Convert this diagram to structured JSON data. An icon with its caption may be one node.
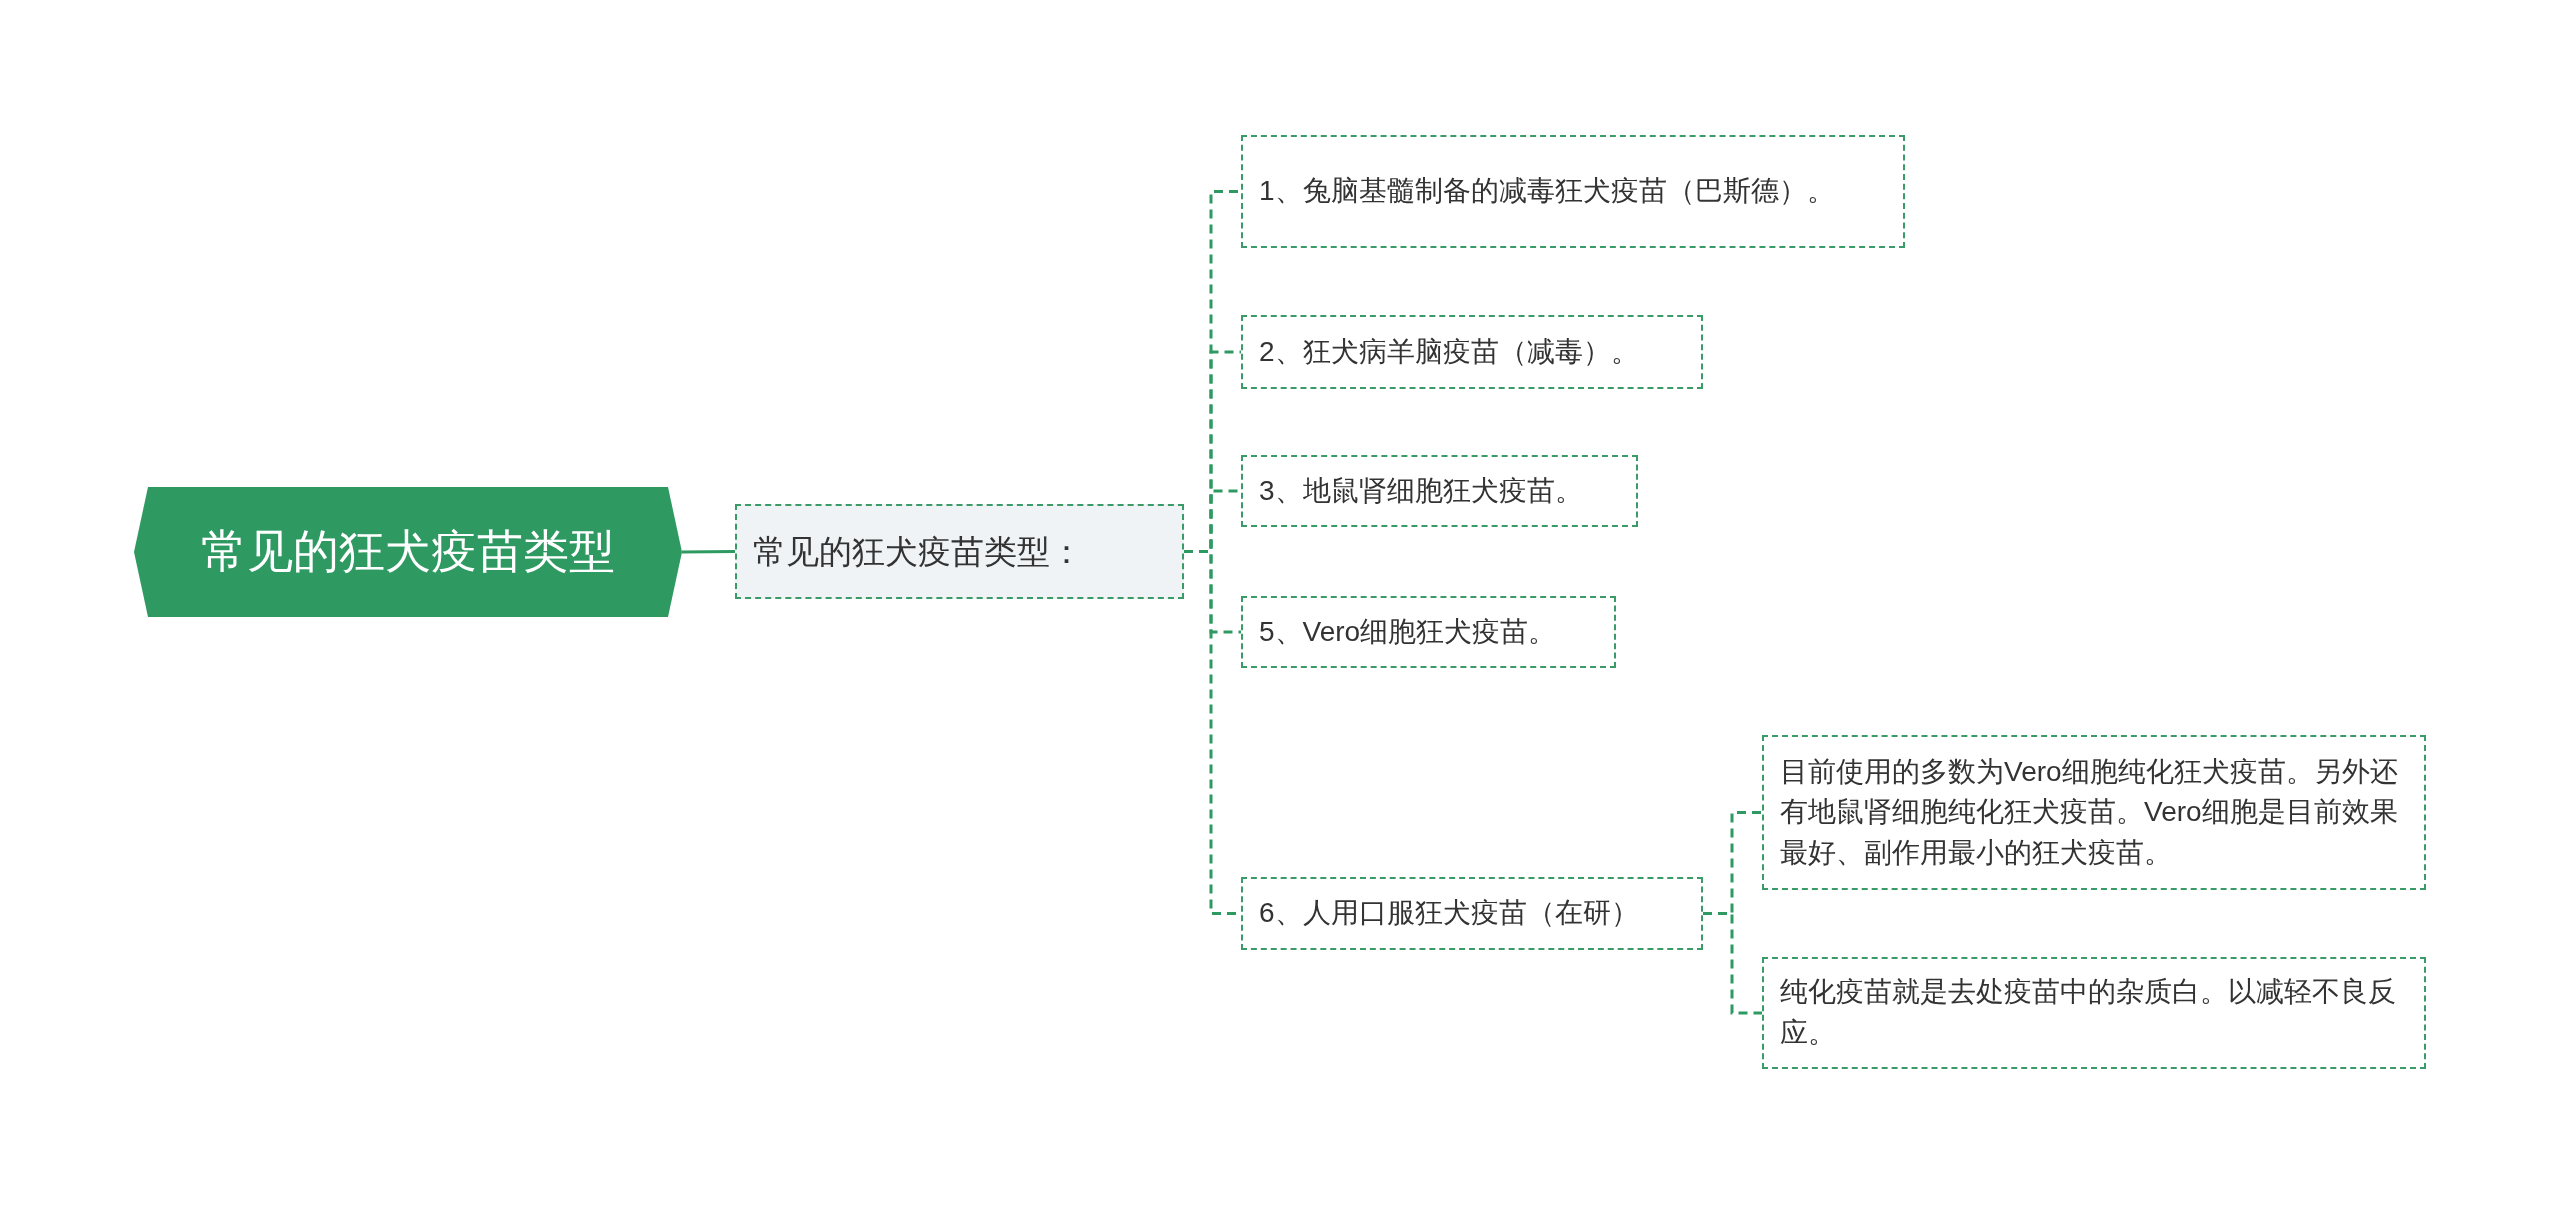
{
  "diagram": {
    "nodes": [
      {
        "text": [
          "常见的狂犬疫苗类型"
        ]
      },
      {
        "text": [
          "常见的狂犬疫苗类型："
        ]
      },
      {
        "text": [
          "1、兔脑基髓制备的减毒狂犬疫苗（巴斯德）。"
        ]
      },
      {
        "text": [
          "2、狂犬病羊脑疫苗（减毒）。"
        ]
      },
      {
        "text": [
          "3、地鼠肾细胞狂犬疫苗。"
        ]
      },
      {
        "text": [
          "5、Vero细胞狂犬疫苗。"
        ]
      },
      {
        "text": [
          "6、人用口服狂犬疫苗（在研）"
        ]
      },
      {
        "text": [
          "目前使用的多数为Vero细胞纯化狂犬疫苗。另外还有地鼠肾细胞纯化狂犬疫苗。Vero细胞是目前效果最好、副作用最小的狂犬疫苗。"
        ]
      },
      {
        "text": [
          "纯化疫苗就是去处疫苗中的杂质白。以减轻不良反应。"
        ]
      }
    ],
    "edges": [
      {
        "from": 0,
        "to": 1,
        "arrow": "none"
      },
      {
        "from": 1,
        "to": 2,
        "arrow": "none",
        "style": "dashed"
      },
      {
        "from": 1,
        "to": 3,
        "arrow": "none",
        "style": "dashed"
      },
      {
        "from": 1,
        "to": 4,
        "arrow": "none",
        "style": "dashed"
      },
      {
        "from": 1,
        "to": 5,
        "arrow": "none",
        "style": "dashed"
      },
      {
        "from": 1,
        "to": 6,
        "arrow": "none",
        "style": "dashed"
      },
      {
        "from": 6,
        "to": 7,
        "arrow": "none",
        "style": "dashed"
      },
      {
        "from": 6,
        "to": 8,
        "arrow": "none",
        "style": "dashed"
      }
    ]
  }
}
